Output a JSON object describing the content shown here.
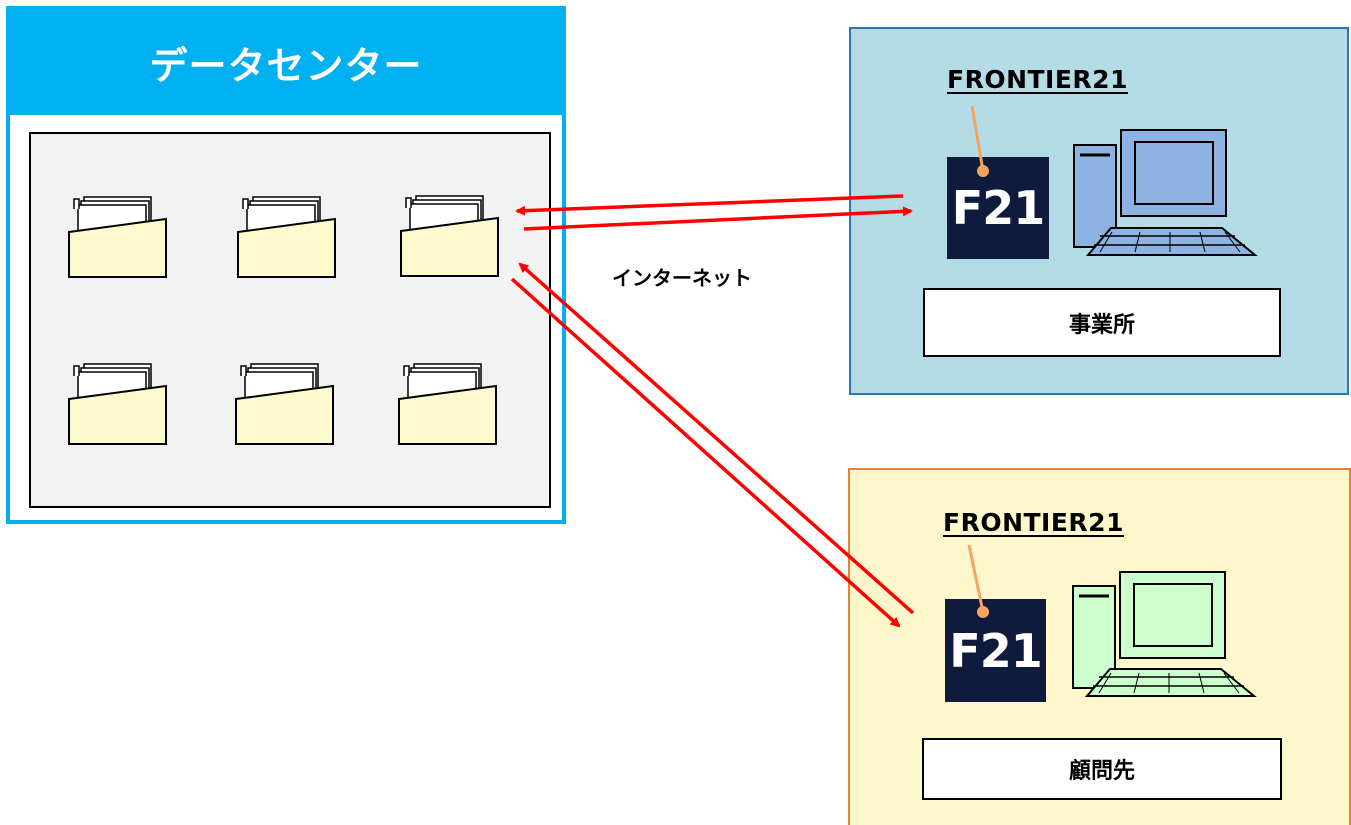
{
  "data_center": {
    "title": "データセンター",
    "folders": [
      "folder-1",
      "folder-2",
      "folder-3",
      "folder-4",
      "folder-5",
      "folder-6"
    ]
  },
  "network_label": "インターネット",
  "office": {
    "brand": "FRONTIER21",
    "logo_text": "F21",
    "label": "事業所",
    "computer_color": "#8db3e2"
  },
  "advisor": {
    "brand": "FRONTIER21",
    "logo_text": "F21",
    "label": "顧問先",
    "computer_color": "#ccffcc"
  },
  "colors": {
    "data_center_accent": "#00b0f0",
    "arrow": "#ff0000",
    "logo_bg": "#0e1b3d",
    "pin": "#f4a460"
  }
}
